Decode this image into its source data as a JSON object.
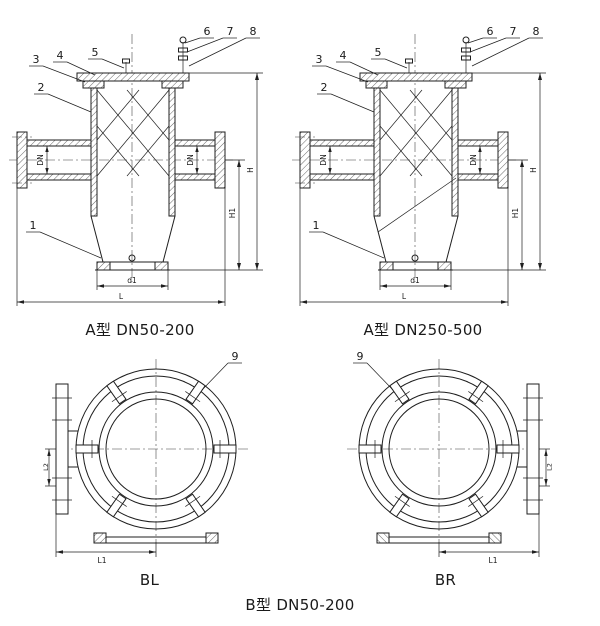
{
  "page": {
    "background": "#ffffff",
    "line_color": "#1f1f1f"
  },
  "figures": {
    "aLeft": {
      "caption": "A型 DN50-200",
      "callouts": {
        "c1": "1",
        "c2": "2",
        "c3": "3",
        "c4": "4",
        "c5": "5",
        "c6": "6",
        "c7": "7",
        "c8": "8"
      },
      "dims": {
        "dnLeft": "DN",
        "dnRight": "DN",
        "H": "H",
        "H1": "H1",
        "d1": "d1",
        "L": "L"
      }
    },
    "aRight": {
      "caption": "A型 DN250-500",
      "callouts": {
        "c1": "1",
        "c2": "2",
        "c3": "3",
        "c4": "4",
        "c5": "5",
        "c6": "6",
        "c7": "7",
        "c8": "8"
      },
      "dims": {
        "dnLeft": "DN",
        "dnRight": "DN",
        "H": "H",
        "H1": "H1",
        "d1": "d1",
        "L": "L"
      }
    },
    "bLeft": {
      "caption": "BL",
      "callouts": {
        "c9": "9"
      },
      "dims": {
        "L1": "L1",
        "L2": "L2"
      }
    },
    "bRight": {
      "caption": "BR",
      "callouts": {
        "c9": "9"
      },
      "dims": {
        "L1": "L1",
        "L2": "L2"
      }
    },
    "groupCaption": "B型 DN50-200"
  }
}
